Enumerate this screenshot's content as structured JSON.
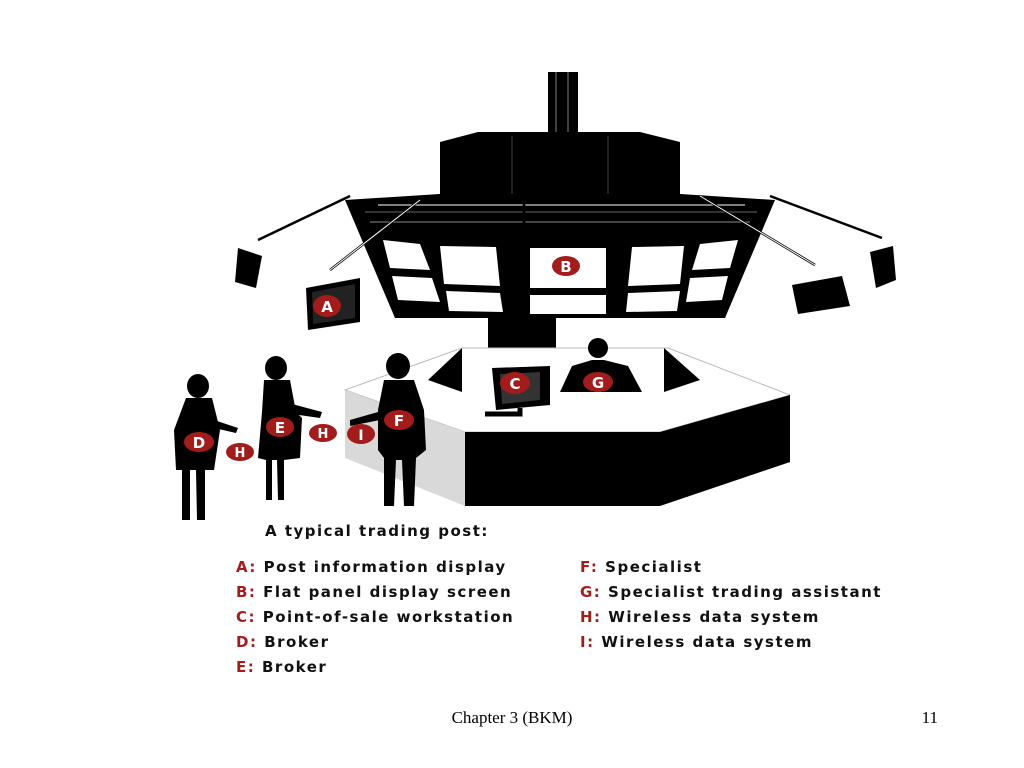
{
  "slide": {
    "caption": "A typical trading post:",
    "footer_center": "Chapter 3 (BKM)",
    "page_number": "11"
  },
  "colors": {
    "label_red": "#a31c1c",
    "silhouette": "#000000",
    "panel_white": "#ffffff"
  },
  "markers": {
    "A": "A",
    "B": "B",
    "C": "C",
    "D": "D",
    "E": "E",
    "F": "F",
    "G": "G",
    "H": "H",
    "I": "I"
  },
  "legend": {
    "left": [
      {
        "key": "A:",
        "text": "Post information display"
      },
      {
        "key": "B:",
        "text": "Flat panel display screen"
      },
      {
        "key": "C:",
        "text": "Point-of-sale workstation"
      },
      {
        "key": "D:",
        "text": "Broker"
      },
      {
        "key": "E:",
        "text": "Broker"
      }
    ],
    "right": [
      {
        "key": "F:",
        "text": "Specialist"
      },
      {
        "key": "G:",
        "text": "Specialist trading assistant"
      },
      {
        "key": "H:",
        "text": "Wireless data system"
      },
      {
        "key": "I:",
        "text": "Wireless data system"
      }
    ]
  }
}
